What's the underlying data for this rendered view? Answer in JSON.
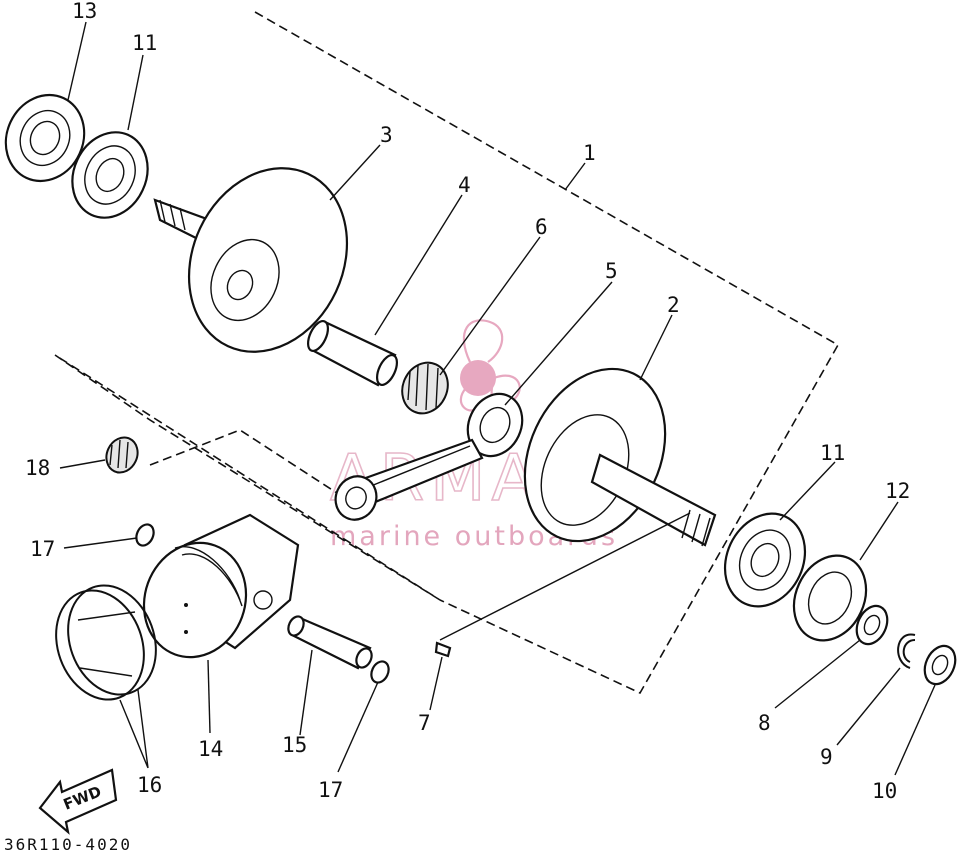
{
  "diagram": {
    "drawing_code": "36R110-4020",
    "watermark": {
      "brand": "ARMADA",
      "tagline": "marine outboards",
      "color": "#e7a8c0"
    },
    "direction_tag": "FWD",
    "callouts": [
      {
        "id": "c13",
        "text": "13"
      },
      {
        "id": "c11a",
        "text": "11"
      },
      {
        "id": "c3",
        "text": "3"
      },
      {
        "id": "c1",
        "text": "1"
      },
      {
        "id": "c4",
        "text": "4"
      },
      {
        "id": "c6",
        "text": "6"
      },
      {
        "id": "c5",
        "text": "5"
      },
      {
        "id": "c2",
        "text": "2"
      },
      {
        "id": "c18",
        "text": "18"
      },
      {
        "id": "c11b",
        "text": "11"
      },
      {
        "id": "c12",
        "text": "12"
      },
      {
        "id": "c17a",
        "text": "17"
      },
      {
        "id": "c8",
        "text": "8"
      },
      {
        "id": "c7",
        "text": "7"
      },
      {
        "id": "c9",
        "text": "9"
      },
      {
        "id": "c14",
        "text": "14"
      },
      {
        "id": "c15",
        "text": "15"
      },
      {
        "id": "c16",
        "text": "16"
      },
      {
        "id": "c17b",
        "text": "17"
      },
      {
        "id": "c10",
        "text": "10"
      }
    ]
  }
}
